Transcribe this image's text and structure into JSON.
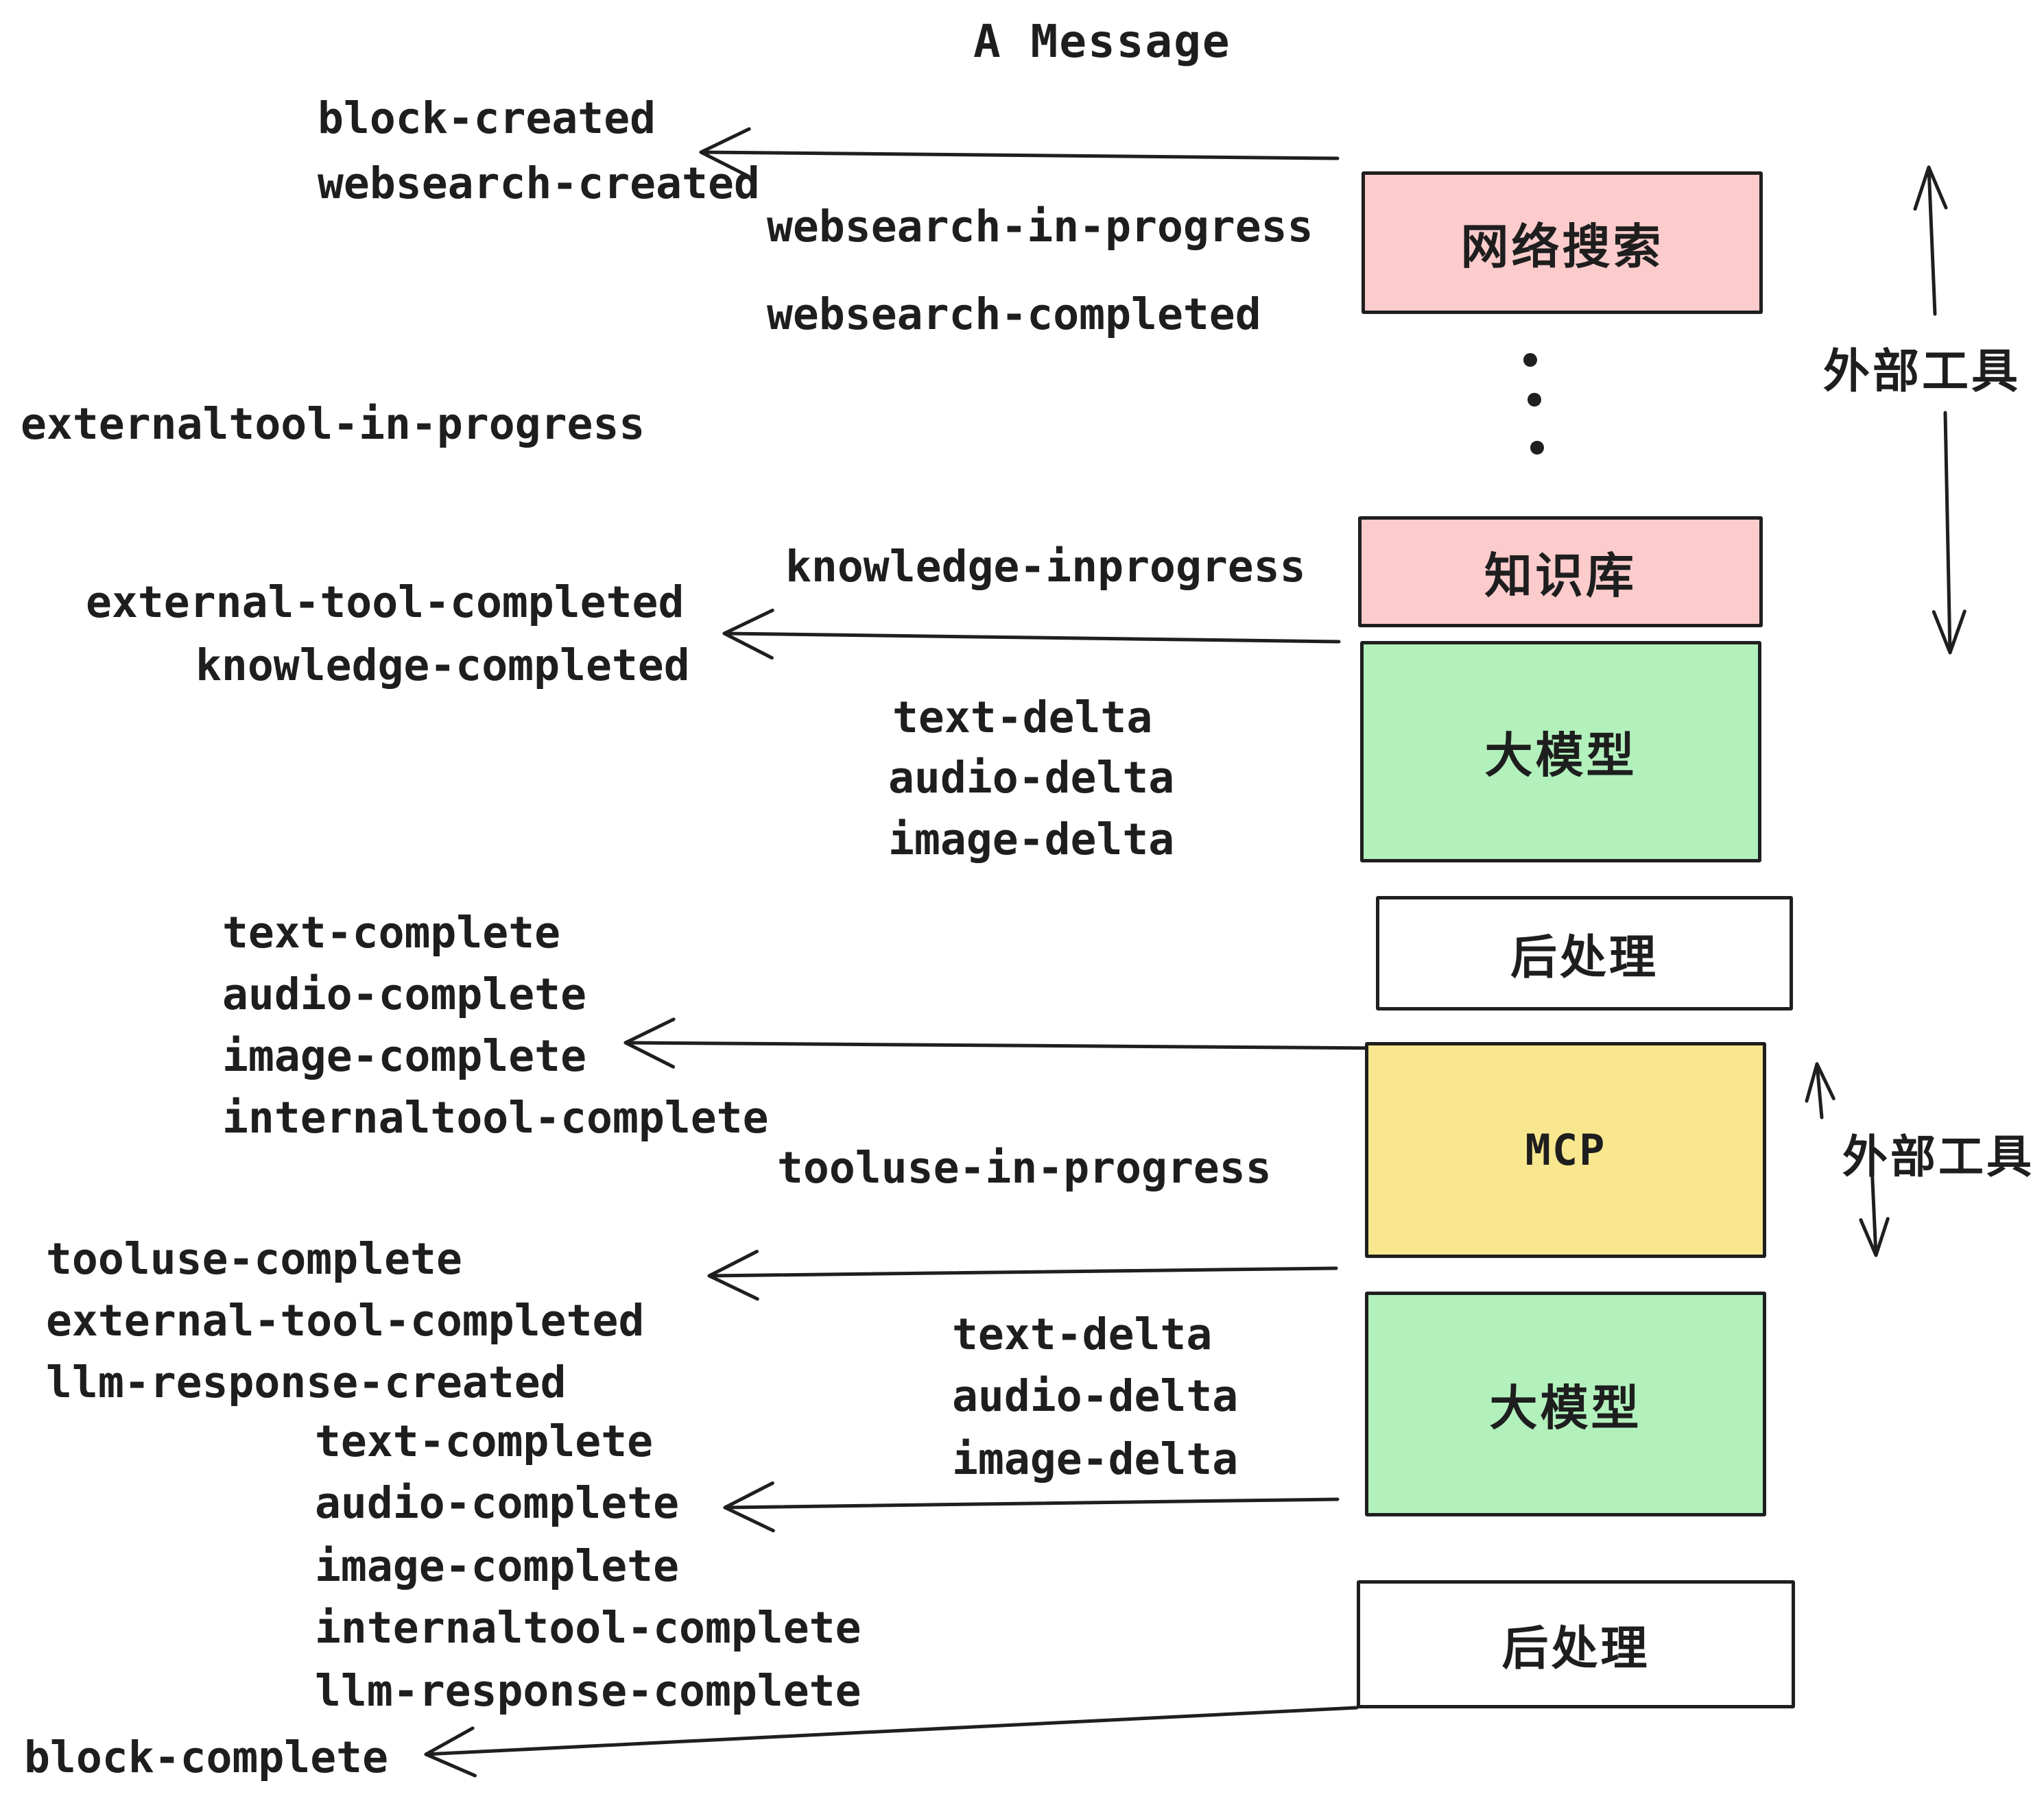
{
  "title": "A Message",
  "colors": {
    "pink": "#fccbcc",
    "green": "#b2f0bc",
    "yellow": "#f9e78f",
    "white": "#ffffff",
    "ink": "#1f1f1f"
  },
  "boxes": {
    "websearch": "网络搜索",
    "knowledge": "知识库",
    "llm1": "大模型",
    "post1": "后处理",
    "mcp": "MCP",
    "llm2": "大模型",
    "post2": "后处理"
  },
  "side_labels": {
    "external_tool_1": "外部工具",
    "external_tool_2": "外部工具"
  },
  "events": {
    "block_created": "block-created",
    "websearch_created": "websearch-created",
    "websearch_in_progress": "websearch-in-progress",
    "websearch_completed": "websearch-completed",
    "externaltool_in_progress": "externaltool-in-progress",
    "knowledge_inprogress": "knowledge-inprogress",
    "external_tool_completed": "external-tool-completed",
    "knowledge_completed": "knowledge-completed",
    "text_delta": "text-delta",
    "audio_delta": "audio-delta",
    "image_delta": "image-delta",
    "text_complete": "text-complete",
    "audio_complete": "audio-complete",
    "image_complete": "image-complete",
    "internaltool_complete": "internaltool-complete",
    "tooluse_in_progress": "tooluse-in-progress",
    "tooluse_complete": "tooluse-complete",
    "llm_response_created": "llm-response-created",
    "llm_response_complete": "llm-response-complete",
    "block_complete": "block-complete"
  }
}
